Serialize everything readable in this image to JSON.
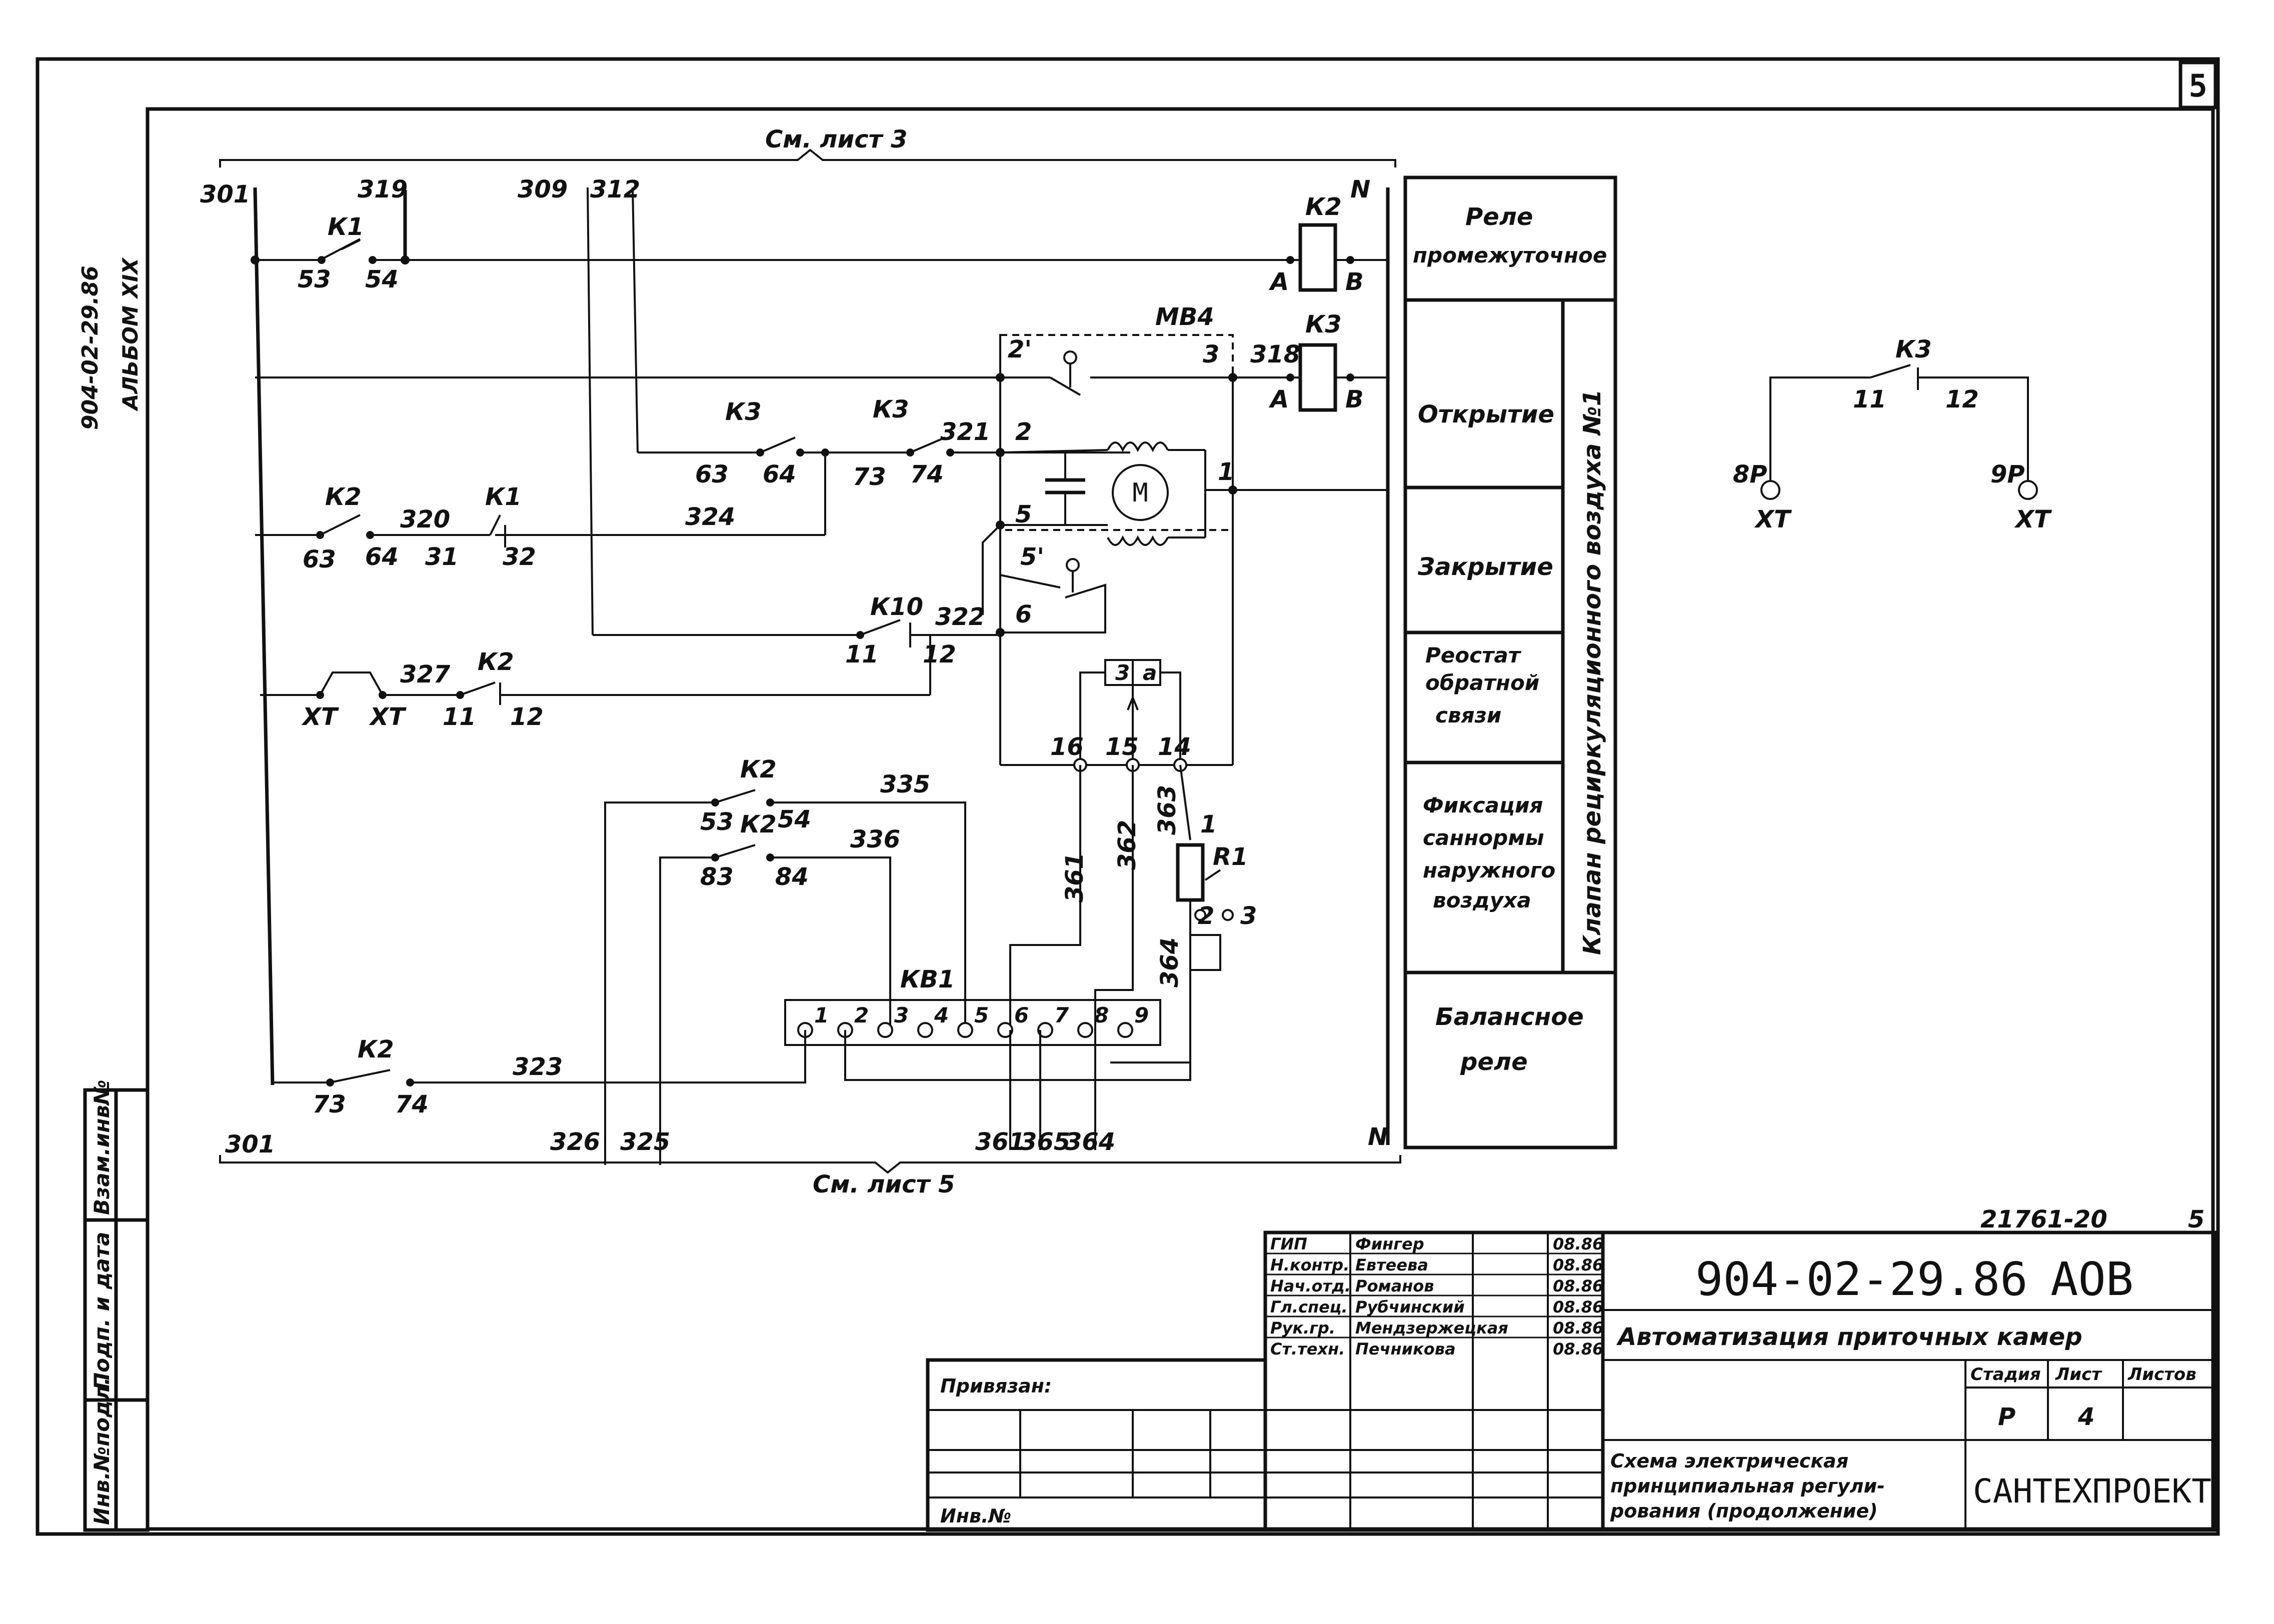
{
  "sheet": {
    "sheet_no": "5",
    "album_code": "904-02-29.86",
    "album": "АЛЬБОМ XIX",
    "ref_top": "См. лист 3",
    "ref_bottom": "См. лист 5",
    "drawing_id": "21761-20",
    "drawing_sheet": "5"
  },
  "schematic": {
    "bus_left_top": "301",
    "bus_left_bottom": "301",
    "bus_right_top": "N",
    "bus_right_bottom": "N",
    "top_wires": [
      "319",
      "309",
      "312"
    ],
    "relay_k2": "К2",
    "relay_k3": "К3",
    "coil_a": "А",
    "coil_b": "В",
    "k1_label": "К1",
    "k1_contacts": [
      "53",
      "54"
    ],
    "mb4": "МВ4",
    "mb4_pins": [
      "2'",
      "3",
      "2",
      "1",
      "5",
      "5'",
      "6"
    ],
    "w318": "318",
    "k3_a": "К3",
    "k3_a_pins": [
      "63",
      "64"
    ],
    "k3_b": "К3",
    "k3_b_pins": [
      "73",
      "74"
    ],
    "w321": "321",
    "motor": "М",
    "k2_a": "К2",
    "k2_a_pins": [
      "63",
      "64"
    ],
    "w320": "320",
    "k1_b": "К1",
    "k1_b_pins": [
      "31",
      "32"
    ],
    "w324": "324",
    "k10": "К10",
    "k10_pins": [
      "11",
      "12"
    ],
    "w322": "322",
    "xt": "ХТ",
    "w327": "327",
    "k2_b": "К2",
    "k2_b_pins": [
      "11",
      "12"
    ],
    "box_3": "3",
    "box_a": "а",
    "pins_mid": [
      "16",
      "15",
      "14"
    ],
    "w363": "363",
    "pin_r1_1": "1",
    "r1": "R1",
    "r1_pins": [
      "2",
      "3"
    ],
    "w364": "364",
    "k2_c": "К2",
    "k2_c_pins": [
      "53",
      "54"
    ],
    "w335": "335",
    "k2_d": "К2",
    "k2_d_pins": [
      "83",
      "84"
    ],
    "w336": "336",
    "w361": "361",
    "w362": "362",
    "kb1": "КВ1",
    "kb1_pins": [
      "1",
      "2",
      "3",
      "4",
      "5",
      "6",
      "7",
      "8",
      "9"
    ],
    "k2_e": "К2",
    "k2_e_pins": [
      "73",
      "74"
    ],
    "w323": "323",
    "bottom_wires": [
      "326",
      "325",
      "361",
      "365",
      "364"
    ]
  },
  "legend": {
    "r1": "Реле",
    "r2": "промежуточное",
    "open": "Открытие",
    "close": "Закрытие",
    "rheo1": "Реостат",
    "rheo2": "обратной",
    "rheo3": "связи",
    "fix1": "Фиксация",
    "fix2": "саннормы",
    "fix3": "наружного",
    "fix4": "воздуха",
    "bal1": "Балансное",
    "bal2": "реле",
    "valve": "Клапан рециркуляционного воздуха №1"
  },
  "aux": {
    "k3": "К3",
    "pins": [
      "11",
      "12"
    ],
    "t1": "8Р",
    "t2": "9Р",
    "xt1": "ХТ",
    "xt2": "ХТ"
  },
  "title_block": {
    "code": "904-02-29.86",
    "section": "АОВ",
    "project": "Автоматизация приточных камер",
    "stage_hdr": "Стадия",
    "sheet_hdr": "Лист",
    "sheets_hdr": "Листов",
    "stage": "Р",
    "sheet": "4",
    "desc1": "Схема электрическая",
    "desc2": "принципиальная регули-",
    "desc3": "рования (продолжение)",
    "org": "САНТЕХПРОЕКТ",
    "linked": "Привязан:",
    "inv": "Инв.№",
    "side1": "Взам.инв№",
    "side2": "Подп. и дата",
    "side3": "Инв.№подл.",
    "staff": [
      {
        "role": "ГИП",
        "name": "Фингер",
        "date": "08.86"
      },
      {
        "role": "Н.контр.",
        "name": "Евтеева",
        "date": "08.86"
      },
      {
        "role": "Нач.отд.",
        "name": "Романов",
        "date": "08.86"
      },
      {
        "role": "Гл.спец.",
        "name": "Рубчинский",
        "date": "08.86"
      },
      {
        "role": "Рук.гр.",
        "name": "Мендзержецкая",
        "date": "08.86"
      },
      {
        "role": "Ст.техн.",
        "name": "Печникова",
        "date": "08.86"
      }
    ]
  }
}
